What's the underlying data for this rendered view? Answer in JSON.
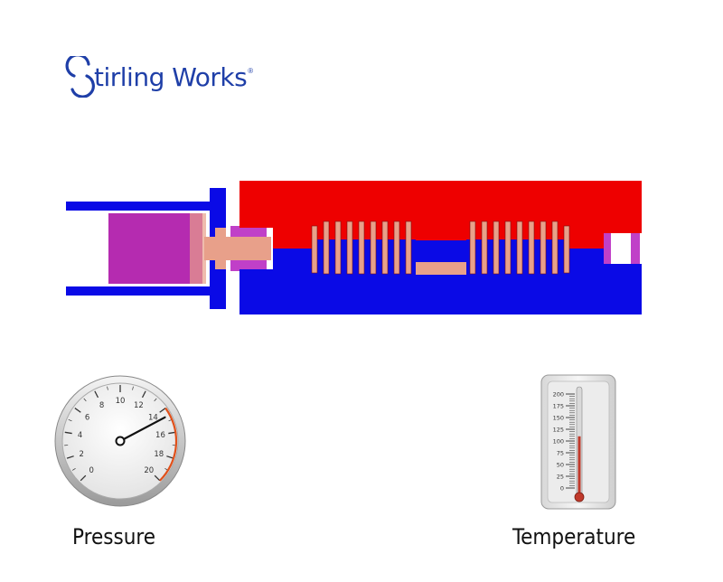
{
  "brand": {
    "name": "tirling Works",
    "registered": "®",
    "color": "#1f3fa8"
  },
  "engine_colors": {
    "hot": "#ee0000",
    "cold": "#0a0ae6",
    "piston": "#b52bb0",
    "gas": "#e8a08a",
    "accent": "#c040c8"
  },
  "pressure_gauge": {
    "label": "Pressure",
    "ticks": [
      "0",
      "2",
      "4",
      "6",
      "8",
      "10",
      "12",
      "14",
      "16",
      "18",
      "20"
    ],
    "min": 0,
    "max": 20,
    "value": 14.6,
    "redline_from": 14
  },
  "temperature_gauge": {
    "label": "Temperature",
    "ticks": [
      "0",
      "25",
      "50",
      "75",
      "100",
      "125",
      "150",
      "175",
      "200"
    ],
    "min": 0,
    "max": 200,
    "value": 110
  }
}
